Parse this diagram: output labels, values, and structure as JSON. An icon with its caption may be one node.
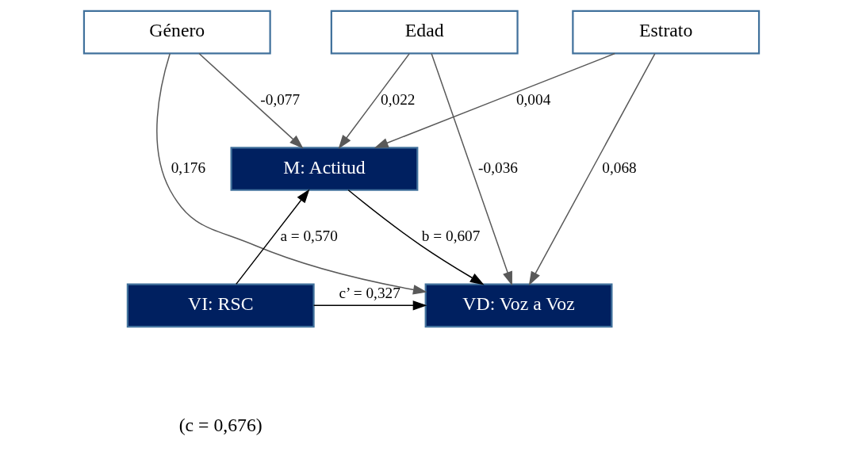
{
  "diagram": {
    "nodes": [
      {
        "text": [
          "Género"
        ]
      },
      {
        "text": [
          "Edad"
        ]
      },
      {
        "text": [
          "Estrato"
        ]
      },
      {
        "text": [
          "M: Actitud"
        ]
      },
      {
        "text": [
          "VI: RSC"
        ]
      },
      {
        "text": [
          "VD: Voz a Voz"
        ]
      }
    ],
    "edges": [
      {
        "from": 0,
        "to": 3,
        "arrow": "to",
        "label": "-0,077",
        "color": "#595959"
      },
      {
        "from": 1,
        "to": 3,
        "arrow": "to",
        "label": "0,022",
        "color": "#595959"
      },
      {
        "from": 2,
        "to": 3,
        "arrow": "to",
        "label": "0,004",
        "color": "#595959"
      },
      {
        "from": 0,
        "to": 5,
        "arrow": "to",
        "label": "0,176",
        "color": "#595959"
      },
      {
        "from": 1,
        "to": 5,
        "arrow": "to",
        "label": "-0,036",
        "color": "#595959"
      },
      {
        "from": 2,
        "to": 5,
        "arrow": "to",
        "label": "0,068",
        "color": "#595959"
      },
      {
        "from": 4,
        "to": 3,
        "arrow": "to",
        "label": "a = 0,570"
      },
      {
        "from": 3,
        "to": 5,
        "arrow": "to",
        "label": "b = 0,607"
      },
      {
        "from": 4,
        "to": 5,
        "arrow": "to",
        "label": "c’ = 0,327"
      }
    ],
    "labels": [
      "(c = 0,676)"
    ]
  }
}
